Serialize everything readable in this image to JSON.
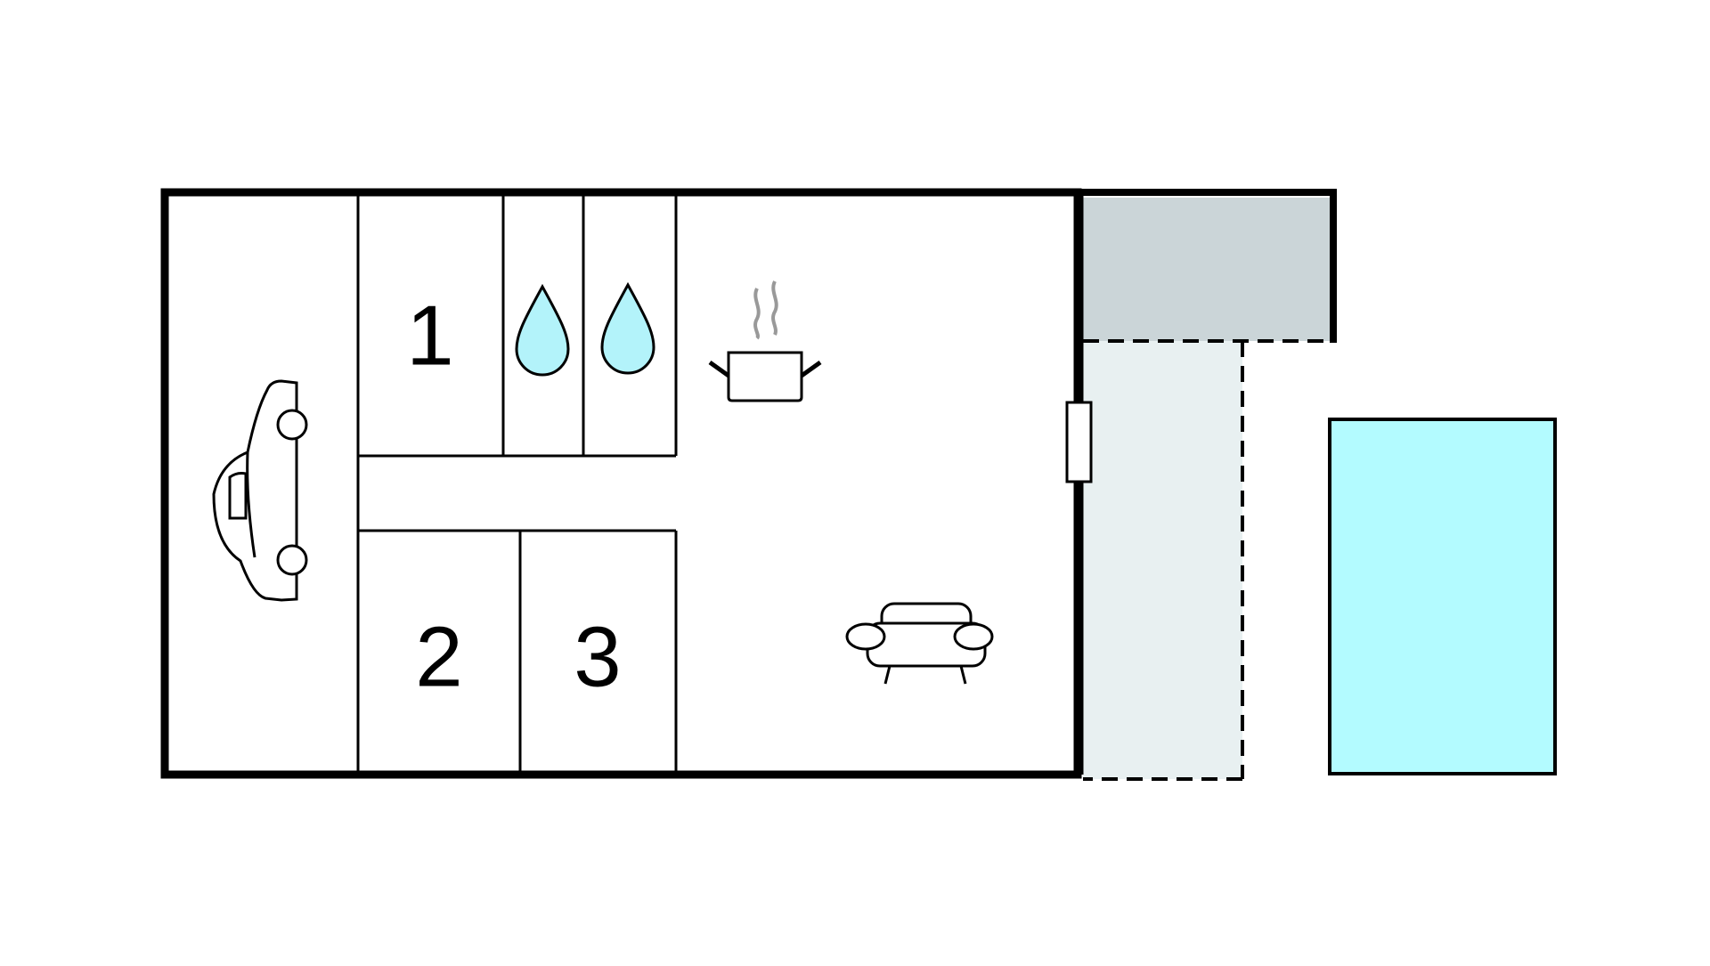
{
  "floorplan": {
    "rooms": [
      {
        "id": "garage",
        "label": "",
        "icon": "car-icon"
      },
      {
        "id": "bedroom-1",
        "label": "1",
        "icon": ""
      },
      {
        "id": "bathroom-1",
        "label": "",
        "icon": "water-drop-icon"
      },
      {
        "id": "bathroom-2",
        "label": "",
        "icon": "water-drop-icon"
      },
      {
        "id": "bedroom-2",
        "label": "2",
        "icon": ""
      },
      {
        "id": "bedroom-3",
        "label": "3",
        "icon": ""
      },
      {
        "id": "living-kitchen",
        "label": "",
        "icon": "cooking-pot-icon sofa-icon"
      },
      {
        "id": "covered-terrace",
        "label": "",
        "icon": ""
      },
      {
        "id": "open-terrace",
        "label": "",
        "icon": ""
      },
      {
        "id": "pool",
        "label": "",
        "icon": ""
      }
    ],
    "colors": {
      "wall": "#000000",
      "water_drop": "#b3f3fa",
      "covered_terrace": "#cbd5d8",
      "open_terrace": "#e8f0f1",
      "pool": "#b3fbff",
      "steam": "#999999"
    }
  }
}
